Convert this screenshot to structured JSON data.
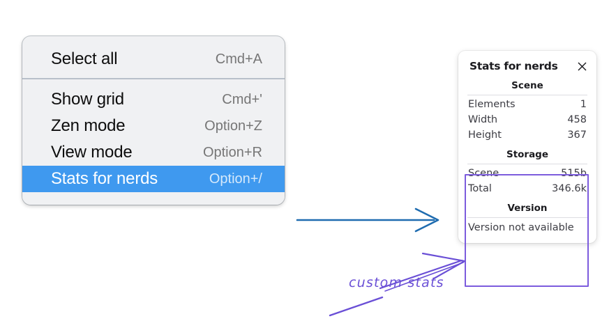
{
  "context_menu": {
    "groups": [
      {
        "items": [
          {
            "label": "Select all",
            "shortcut": "Cmd+A",
            "selected": false
          }
        ]
      },
      {
        "items": [
          {
            "label": "Show grid",
            "shortcut": "Cmd+'",
            "selected": false
          },
          {
            "label": "Zen mode",
            "shortcut": "Option+Z",
            "selected": false
          },
          {
            "label": "View mode",
            "shortcut": "Option+R",
            "selected": false
          },
          {
            "label": "Stats for nerds",
            "shortcut": "Option+/",
            "selected": true
          }
        ]
      }
    ],
    "highlight_color": "#3f99ef"
  },
  "stats_panel": {
    "title": "Stats for nerds",
    "close_icon": "close-icon",
    "sections": [
      {
        "heading": "Scene",
        "rows": [
          {
            "key": "Elements",
            "value": "1"
          },
          {
            "key": "Width",
            "value": "458"
          },
          {
            "key": "Height",
            "value": "367"
          }
        ]
      },
      {
        "heading": "Storage",
        "rows": [
          {
            "key": "Scene",
            "value": "515b"
          },
          {
            "key": "Total",
            "value": "346.6k"
          }
        ]
      },
      {
        "heading": "Version",
        "note": "Version not available"
      }
    ]
  },
  "annotations": {
    "custom_stats_label": "custom stats",
    "arrow_blue_color": "#1f6cb0",
    "arrow_purple_color": "#6a4fd6",
    "highlight_box_color": "#7c5cdd"
  }
}
